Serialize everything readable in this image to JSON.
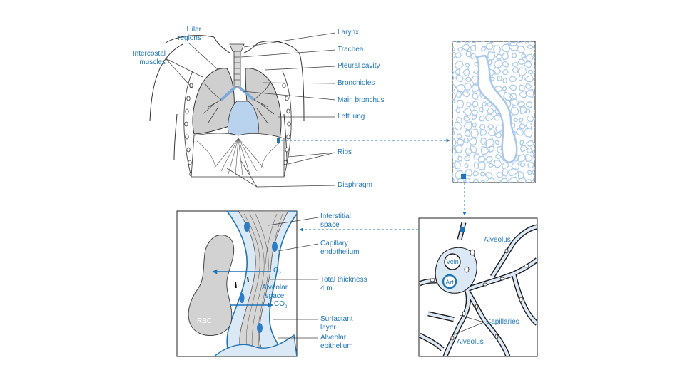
{
  "colors": {
    "accent": "#1f74b8",
    "light_blue": "#a8c8ea",
    "fill_blue": "#dbe8f6",
    "grey": "#d0d0d0",
    "line": "#222222"
  },
  "thorax": {
    "hilar_regions": [
      "Hilar",
      "regions"
    ],
    "intercostal_muscles": [
      "Intercostal",
      "muscles"
    ],
    "larynx": "Larynx",
    "trachea": "Trachea",
    "pleural_cavity": "Pleural cavity",
    "bronchioles": "Bronchioles",
    "main_bronchus": "Main bronchus",
    "left_lung": "Left lung",
    "ribs": "Ribs",
    "diaphragm": "Diaphragm"
  },
  "barrier": {
    "interstitial_space": [
      "Interstitial",
      "space"
    ],
    "capillary_endothelium": [
      "Capillary",
      "endothelium"
    ],
    "total_thickness": [
      "Total thickness",
      "4 m"
    ],
    "surfactant_layer": [
      "Surfactant",
      "layer"
    ],
    "alveolar_epithelium": [
      "Alveolar",
      "epithelium"
    ],
    "alveolar_space": [
      "Alveolar",
      "space"
    ],
    "o2": "O",
    "o2_sub": "2",
    "co2": "CO",
    "co2_sub": "2",
    "rbc": "RBC"
  },
  "alveoli": {
    "alveolus_top": "Alveolus",
    "alveolus_bottom": "Alveolus",
    "capillaries": "Capillaries",
    "vein": "Vein",
    "art": "Art"
  }
}
